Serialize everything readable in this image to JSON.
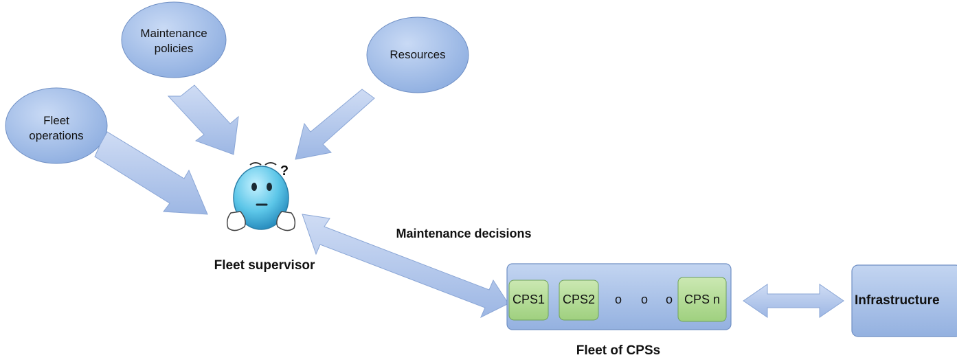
{
  "inputs": {
    "maintenance_policies": [
      "Maintenance",
      "policies"
    ],
    "resources": "Resources",
    "fleet_operations": [
      "Fleet",
      "operations"
    ]
  },
  "supervisor": {
    "question_mark": "?",
    "label": "Fleet supervisor"
  },
  "decisions_label": "Maintenance decisions",
  "fleet": {
    "cps_items": [
      "CPS1",
      "CPS2"
    ],
    "ellipsis_dots": [
      "o",
      "o",
      "o"
    ],
    "last_cps": "CPS n",
    "label": "Fleet of CPSs"
  },
  "infrastructure": "Infrastructure",
  "colors": {
    "ellipse_fill": "#a9c3ea",
    "ellipse_edge": "#6f8fc4",
    "arrow_fill": "#b5cbee",
    "cps_fill": "#b5dc9a",
    "cps_edge": "#6fa25a",
    "face": "#5cc6e8"
  }
}
